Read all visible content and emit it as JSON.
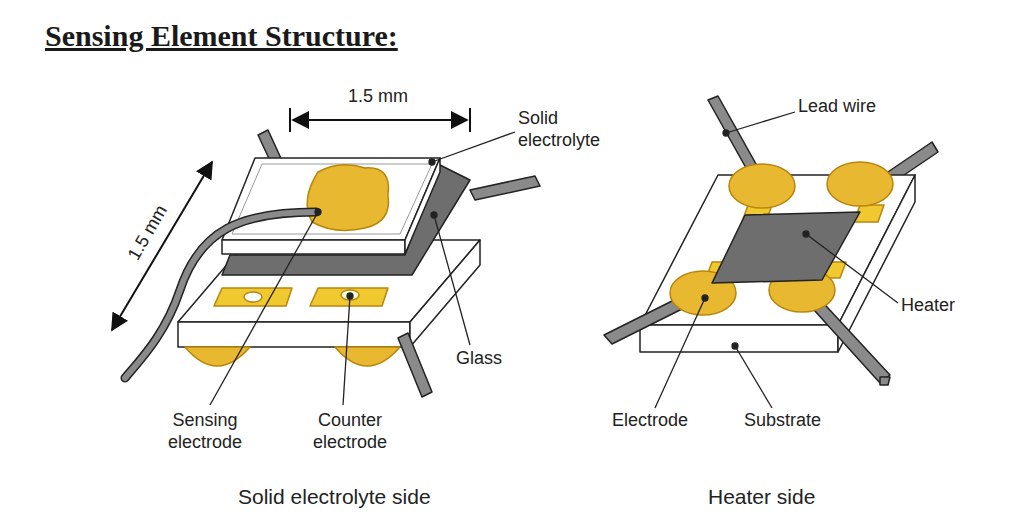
{
  "diagram": {
    "title": "Sensing Element Structure:",
    "labels": [
      "1.5 mm",
      "1.5 mm",
      "Solid electrolyte",
      "Glass",
      "Sensing electrode",
      "Counter electrode",
      "Solid electrolyte side",
      "Lead wire",
      "Heater",
      "Electrode",
      "Substrate",
      "Heater side"
    ]
  }
}
